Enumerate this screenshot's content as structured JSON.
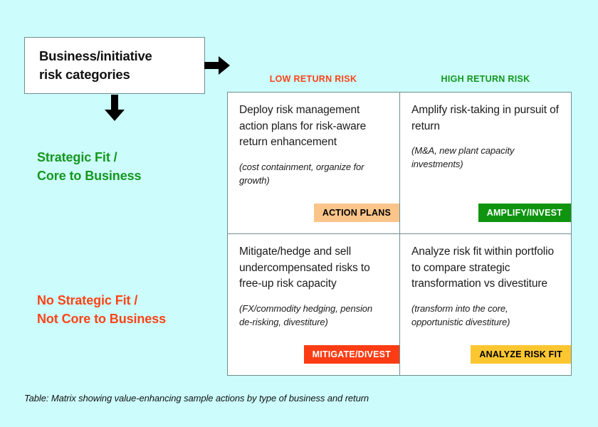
{
  "background_color": "#ccfcfc",
  "title_box": {
    "text": "Business/initiative risk categories",
    "line1": "Business/initiative",
    "line2": "risk categories"
  },
  "arrows": {
    "right_arrow_name": "arrow-right-icon",
    "down_arrow_name": "arrow-down-icon"
  },
  "columns": [
    {
      "label": "LOW RETURN RISK",
      "color": "#fc4316"
    },
    {
      "label": "HIGH RETURN RISK",
      "color": "#15971e"
    }
  ],
  "rows": [
    {
      "label_line1": "Strategic Fit /",
      "label_line2": "Core to Business",
      "color": "#15971e"
    },
    {
      "label_line1": "No Strategic Fit /",
      "label_line2": "Not Core to Business",
      "color": "#fc4316"
    }
  ],
  "cells": [
    {
      "id": "low-return-strategic-fit",
      "main": "Deploy risk management action plans for risk-aware return enhancement",
      "sub": "(cost containment, organize for growth)",
      "badge": "ACTION PLANS",
      "badge_bg": "#fbc48a",
      "badge_fg": "#000000"
    },
    {
      "id": "high-return-strategic-fit",
      "main": "Amplify risk-taking in pursuit of return",
      "sub": "(M&A, new plant capacity investments)",
      "badge": "AMPLIFY/INVEST",
      "badge_bg": "#109410",
      "badge_fg": "#ffffff"
    },
    {
      "id": "low-return-no-strategic-fit",
      "main": "Mitigate/hedge and sell undercompensated risks to free-up risk capacity",
      "sub": "(FX/commodity hedging, pension de-risking, divestiture)",
      "badge": "MITIGATE/DIVEST",
      "badge_bg": "#fc3c14",
      "badge_fg": "#ffffff"
    },
    {
      "id": "high-return-no-strategic-fit",
      "main": "Analyze risk fit within portfolio to compare strategic transformation vs divestiture",
      "sub": "(transform into the core, opportunistic divestiture)",
      "badge": "ANALYZE RISK FIT",
      "badge_bg": "#fbc630",
      "badge_fg": "#000000"
    }
  ],
  "caption": "Table: Matrix showing value-enhancing sample actions by type of business and return"
}
